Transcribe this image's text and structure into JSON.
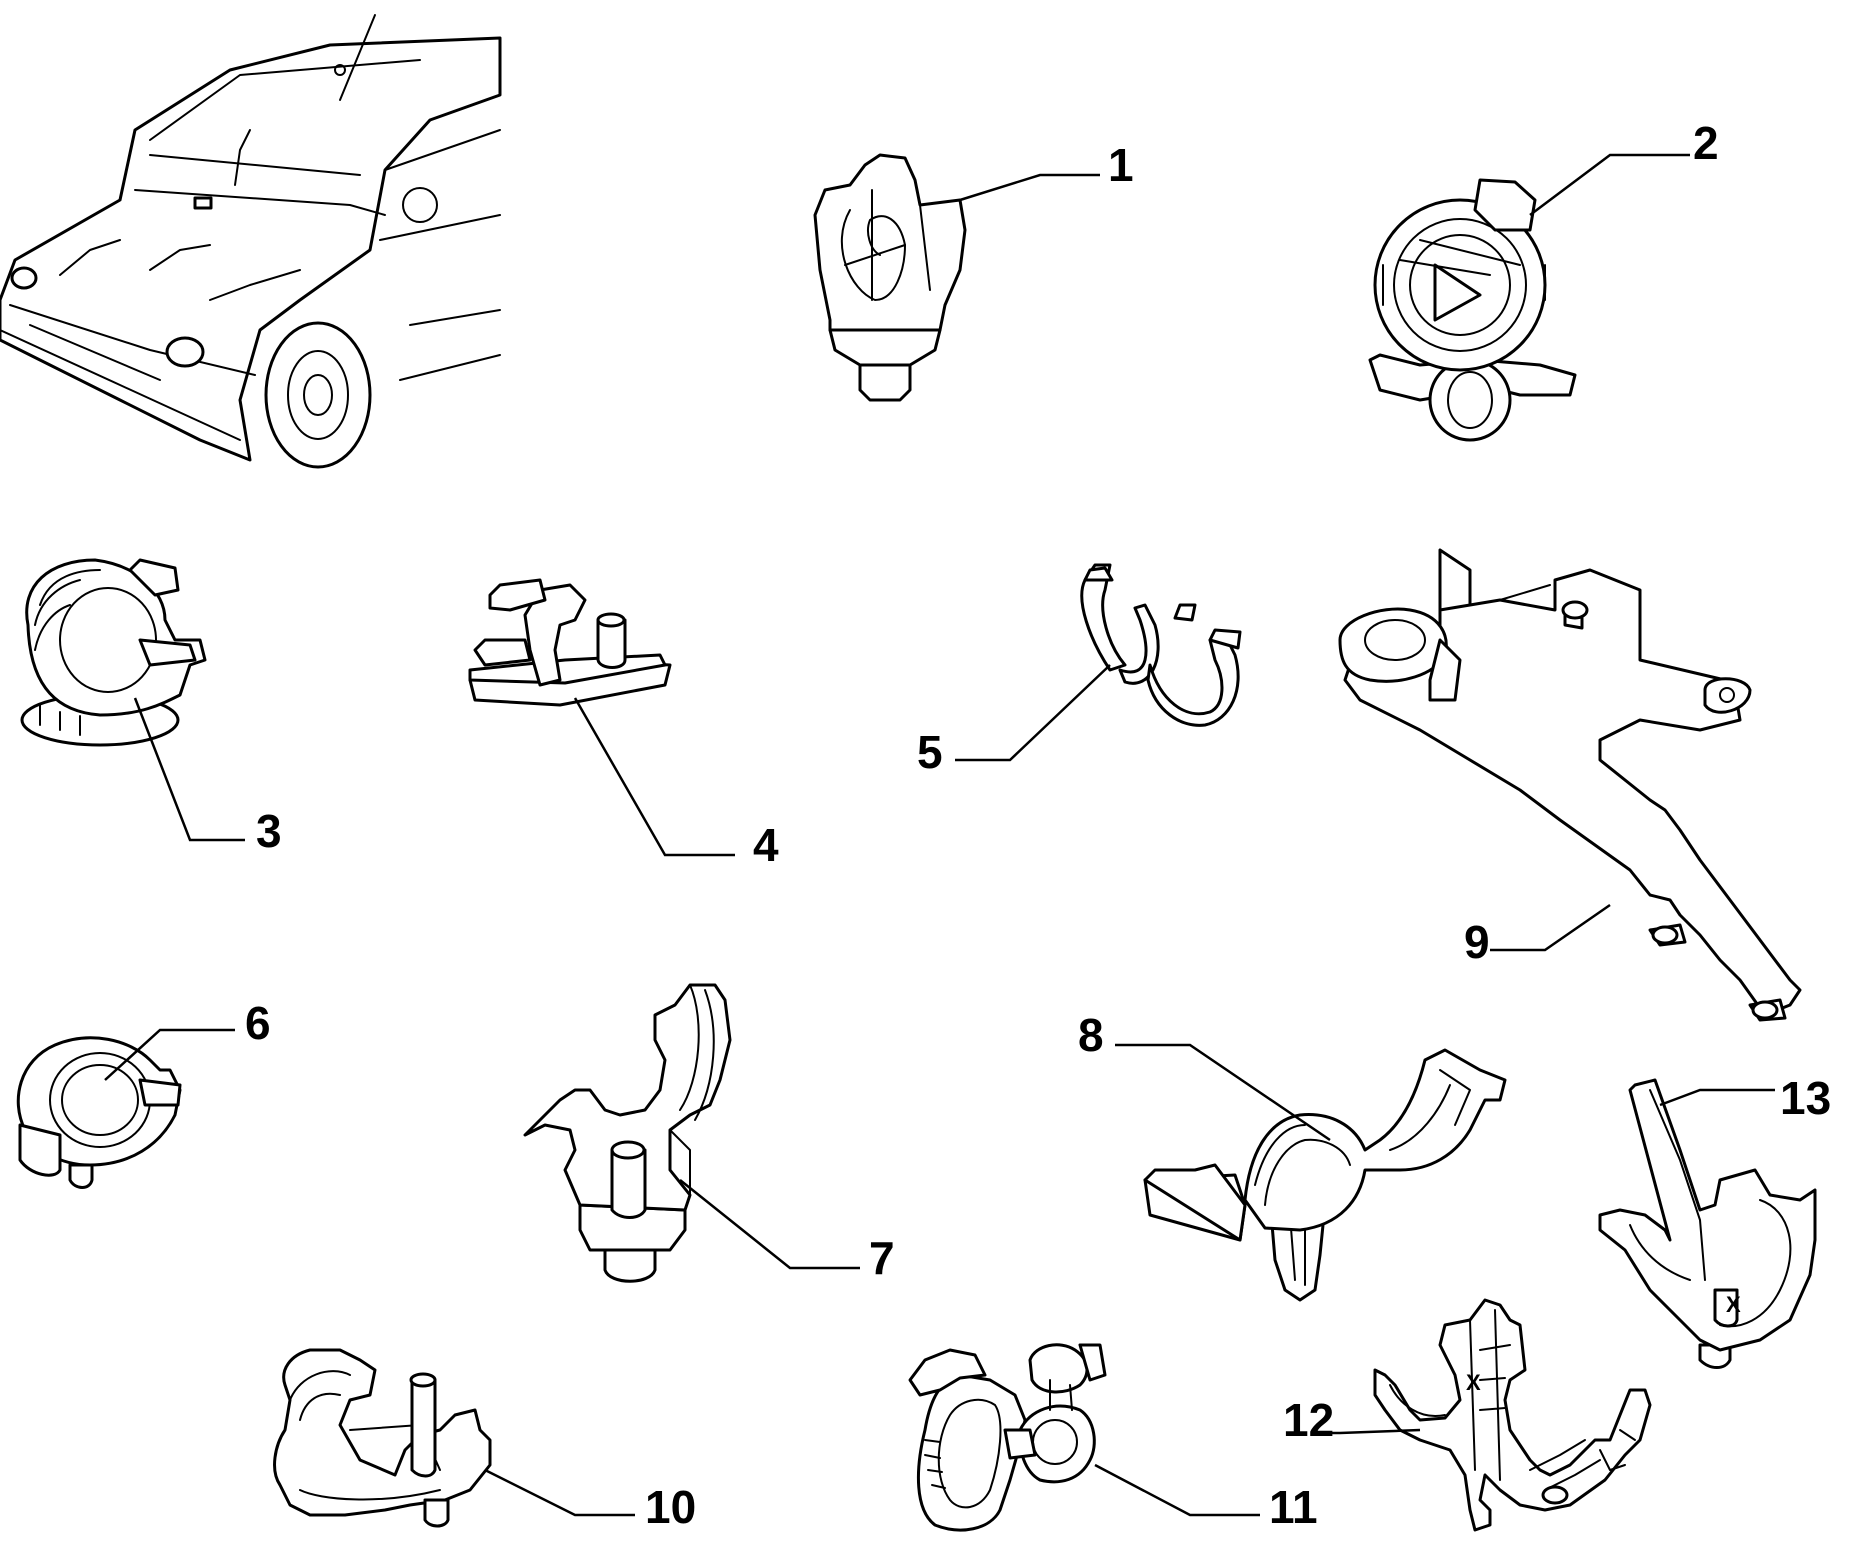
{
  "colors": {
    "line": "#000000",
    "background": "#ffffff"
  },
  "callouts": {
    "c1": "1",
    "c2": "2",
    "c3": "3",
    "c4": "4",
    "c5": "5",
    "c6": "6",
    "c7": "7",
    "c8": "8",
    "c9": "9",
    "c10": "10",
    "c11": "11",
    "c12": "12",
    "c13": "13"
  },
  "marks": {
    "x12": "X",
    "x13": "X"
  }
}
